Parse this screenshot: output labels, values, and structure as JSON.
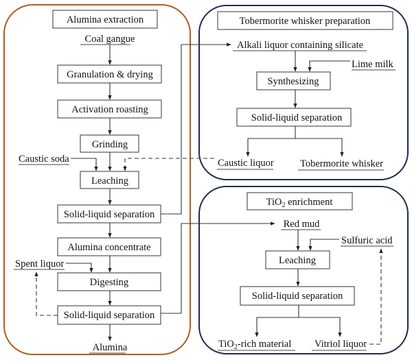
{
  "colors": {
    "alumina_panel": "#b45a1e",
    "tobermorite_panel": "#1c2c4f",
    "ti_panel": "#1c2c4f",
    "box_stroke": "#555555",
    "line": "#333333"
  },
  "panels": {
    "alumina": {
      "title": "Alumina extraction",
      "input": "Coal gangue",
      "steps": [
        "Granulation & drying",
        "Activation roasting",
        "Grinding",
        "Leaching",
        "Solid-liquid separation",
        "Alumina concentrate",
        "Digesting",
        "Solid-liquid separation"
      ],
      "side_inputs": {
        "caustic_soda": "Caustic soda",
        "spent_liquor": "Spent liquor"
      },
      "output": "Alumina"
    },
    "tobermorite": {
      "title": "Tobermorite whisker preparation",
      "input": "Alkali liquor containing silicate",
      "side_input": "Lime milk",
      "steps": [
        "Synthesizing",
        "Solid-liquid separation"
      ],
      "outputs": [
        "Caustic liquor",
        "Tobermorite whisker"
      ]
    },
    "tio2": {
      "title_main": "TiO",
      "title_sub": "2",
      "title_rest": " enrichment",
      "input": "Red mud",
      "side_input": "Sulfuric acid",
      "steps": [
        "Leaching",
        "Solid-liquid separation"
      ],
      "output_left_main": "TiO",
      "output_left_sub": "2",
      "output_left_rest": "-rich material",
      "output_right": "Vitriol liquor"
    }
  }
}
